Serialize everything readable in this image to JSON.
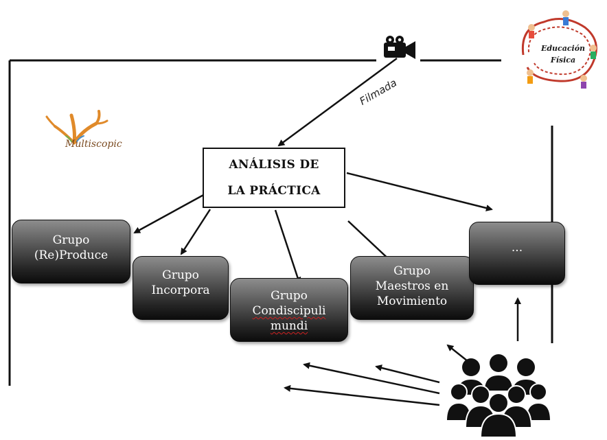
{
  "center": {
    "line1": "ANÁLISIS DE",
    "line2": "LA PRÁCTICA"
  },
  "filmed_label": "Filmada",
  "groups": [
    {
      "lines": [
        "Grupo",
        "(Re)Produce"
      ]
    },
    {
      "lines": [
        "Grupo",
        "Incorpora"
      ]
    },
    {
      "lines": [
        "Grupo",
        "Condiscipuli",
        "mundi"
      ]
    },
    {
      "lines": [
        "Grupo",
        "Maestros en",
        "Movimiento"
      ]
    },
    {
      "lines": [
        "..."
      ]
    }
  ],
  "logo": {
    "text": "Multiscopic"
  },
  "badge": {
    "line1": "Educación",
    "line2": "Física"
  },
  "icons": {
    "camera": "video-camera-icon",
    "audience": "people-group-icon",
    "logo": "multiscopic-logo",
    "badge": "educacion-fisica-badge"
  },
  "colors": {
    "box_dark": "#0c0c0c",
    "box_light": "#8d8d8d",
    "line": "#111111",
    "logo_orange": "#e08a2a",
    "badge_swirl": "#c0392b"
  }
}
